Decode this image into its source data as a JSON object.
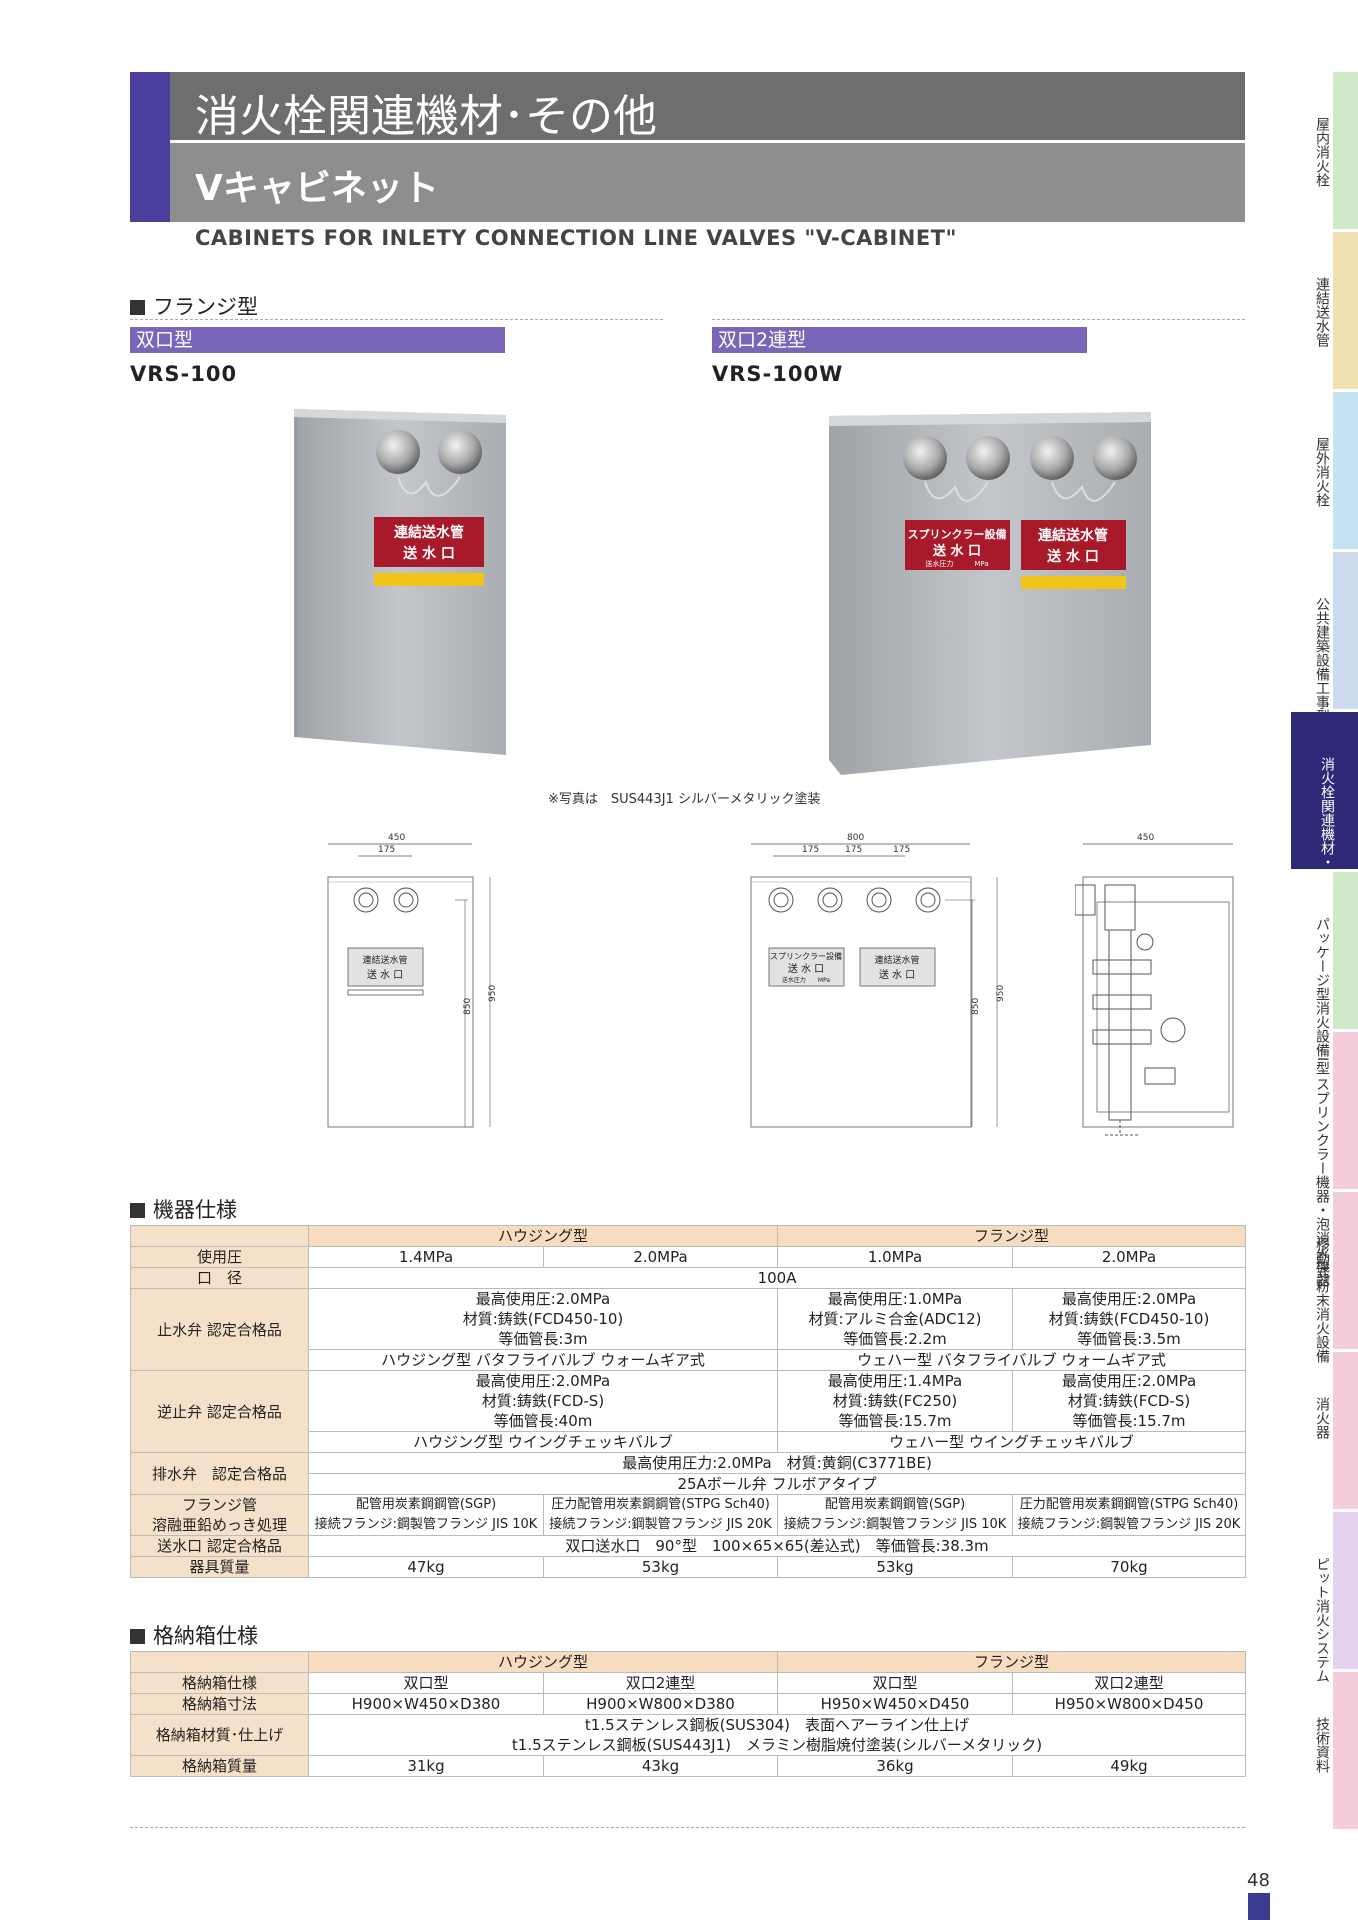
{
  "header": {
    "title": "消火栓関連機材･その他",
    "subtitle": "Vキャビネット",
    "english_title": "CABINETS FOR INLETY CONNECTION LINE VALVES \"V-CABINET\""
  },
  "flange_section": {
    "heading": "フランジ型",
    "left": {
      "tag": "双口型",
      "model": "VRS-100",
      "sign_line1": "連結送水管",
      "sign_line2": "送 水 口"
    },
    "right": {
      "tag": "双口2連型",
      "model": "VRS-100W",
      "sign_a_line1": "スプリンクラー設備",
      "sign_a_line2": "送 水 口",
      "sign_a_small": "送水圧力　　　MPa",
      "sign_b_line1": "連結送水管",
      "sign_b_line2": "送 水 口"
    },
    "photo_note": "※写真は　SUS443J1 シルバーメタリック塗装"
  },
  "drawings": {
    "d1": {
      "width": "450",
      "pitch": "175",
      "h1": "850",
      "h2": "950",
      "sign1": "連結送水管",
      "sign2": "送 水 口"
    },
    "d2": {
      "width": "800",
      "p1": "175",
      "p2": "175",
      "p3": "175",
      "h1": "850",
      "h2": "950",
      "signA1": "スプリンクラー設備",
      "signA2": "送 水 口",
      "signA3": "送水圧力　　MPa",
      "signB1": "連結送水管",
      "signB2": "送 水 口"
    },
    "d3": {
      "depth": "450"
    }
  },
  "spec": {
    "heading": "機器仕様",
    "housing": "ハウジング型",
    "flange": "フランジ型",
    "rows": {
      "pressure": {
        "label": "使用圧",
        "c1": "1.4MPa",
        "c2": "2.0MPa",
        "c3": "1.0MPa",
        "c4": "2.0MPa"
      },
      "bore": {
        "label": "口　径",
        "value": "100A"
      },
      "stop_valve": {
        "label": "止水弁 認定合格品",
        "h1": "最高使用圧:2.0MPa",
        "h2": "材質:鋳鉄(FCD450-10)",
        "h3": "等価管長:3m",
        "f1a": "最高使用圧:1.0MPa",
        "f1b": "材質:アルミ合金(ADC12)",
        "f1c": "等価管長:2.2m",
        "f2a": "最高使用圧:2.0MPa",
        "f2b": "材質:鋳鉄(FCD450-10)",
        "f2c": "等価管長:3.5m",
        "h_type": "ハウジング型 バタフライバルブ ウォームギア式",
        "f_type": "ウェハー型 バタフライバルブ ウォームギア式"
      },
      "check_valve": {
        "label": "逆止弁 認定合格品",
        "h1": "最高使用圧:2.0MPa",
        "h2": "材質:鋳鉄(FCD-S)",
        "h3": "等価管長:40m",
        "f1a": "最高使用圧:1.4MPa",
        "f1b": "材質:鋳鉄(FC250)",
        "f1c": "等価管長:15.7m",
        "f2a": "最高使用圧:2.0MPa",
        "f2b": "材質:鋳鉄(FCD-S)",
        "f2c": "等価管長:15.7m",
        "h_type": "ハウジング型 ウイングチェッキバルブ",
        "f_type": "ウェハー型 ウイングチェッキバルブ"
      },
      "drain_valve": {
        "label": "排水弁　認定合格品",
        "v1": "最高使用圧力:2.0MPa　材質:黄銅(C3771BE)",
        "v2": "25Aボール弁 フルボアタイプ"
      },
      "flange_pipe": {
        "label1": "フランジ管",
        "label2": "溶融亜鉛めっき処理",
        "c1a": "配管用炭素鋼鋼管(SGP)",
        "c1b": "接続フランジ:鋼製管フランジ JIS 10K",
        "c2a": "圧力配管用炭素鋼鋼管(STPG Sch40)",
        "c2b": "接続フランジ:鋼製管フランジ JIS 20K",
        "c3a": "配管用炭素鋼鋼管(SGP)",
        "c3b": "接続フランジ:鋼製管フランジ JIS 10K",
        "c4a": "圧力配管用炭素鋼鋼管(STPG Sch40)",
        "c4b": "接続フランジ:鋼製管フランジ JIS 20K"
      },
      "outlet": {
        "label": "送水口 認定合格品",
        "value": "双口送水口　90°型　100×65×65(差込式)　等価管長:38.3m"
      },
      "weight": {
        "label": "器具質量",
        "c1": "47kg",
        "c2": "53kg",
        "c3": "53kg",
        "c4": "70kg"
      }
    }
  },
  "box": {
    "heading": "格納箱仕様",
    "housing": "ハウジング型",
    "flange": "フランジ型",
    "type": {
      "label": "格納箱仕様",
      "c1": "双口型",
      "c2": "双口2連型",
      "c3": "双口型",
      "c4": "双口2連型"
    },
    "size": {
      "label": "格納箱寸法",
      "c1": "H900×W450×D380",
      "c2": "H900×W800×D380",
      "c3": "H950×W450×D450",
      "c4": "H950×W800×D450"
    },
    "material": {
      "label": "格納箱材質･仕上げ",
      "v1": "t1.5ステンレス鋼板(SUS304)　表面ヘアーライン仕上げ",
      "v2": "t1.5ステンレス鋼板(SUS443J1)　メラミン樹脂焼付塗装(シルバーメタリック)"
    },
    "weight": {
      "label": "格納箱質量",
      "c1": "31kg",
      "c2": "43kg",
      "c3": "36kg",
      "c4": "49kg"
    }
  },
  "side_tabs": [
    {
      "label": "屋内消火栓",
      "color": "#cfe8c8"
    },
    {
      "label": "連結送水管",
      "color": "#efe1b2"
    },
    {
      "label": "屋外消火栓",
      "color": "#c6e3f3"
    },
    {
      "label": "公共建築設備工事型",
      "color": "#cddbee"
    },
    {
      "label": "消火栓関連機材・その他",
      "color": "#2e2a78"
    },
    {
      "label": "パッケージ型消火設備I型",
      "color": "#cfe8c8"
    },
    {
      "label": "スプリンクラー機器・泡消火機器",
      "color": "#f4cddc"
    },
    {
      "label": "移動式粉末消火設備",
      "color": "#f4cddc"
    },
    {
      "label": "消火器",
      "color": "#f4cddc"
    },
    {
      "label": "ピット消火システム",
      "color": "#e4d2ee"
    },
    {
      "label": "技術資料",
      "color": "#f4cddc"
    }
  ],
  "page_number": "48"
}
